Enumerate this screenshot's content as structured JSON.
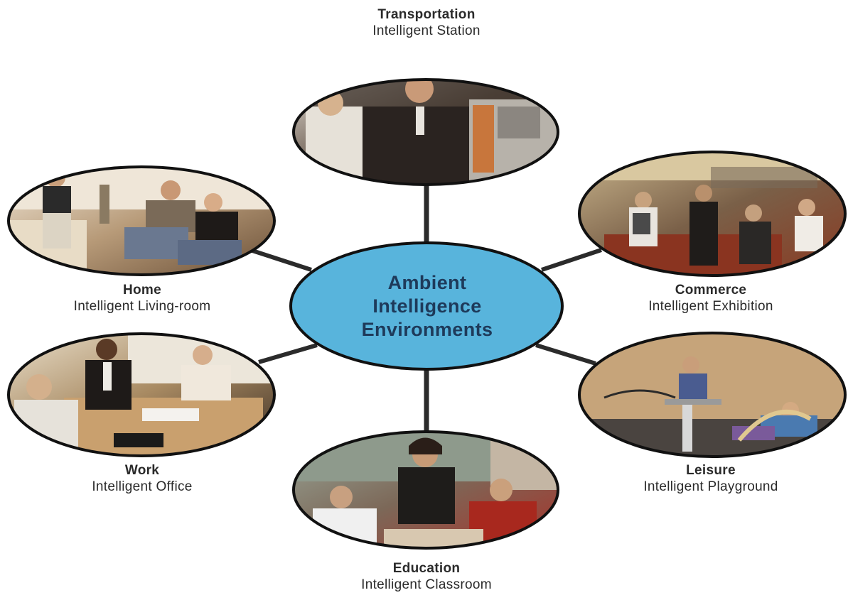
{
  "hub": {
    "line1": "Ambient",
    "line2": "Intelligence",
    "line3": "Environments",
    "fill": "#58b4dc"
  },
  "nodes": {
    "transportation": {
      "title": "Transportation",
      "subtitle": "Intelligent Station"
    },
    "home": {
      "title": "Home",
      "subtitle": "Intelligent Living-room"
    },
    "commerce": {
      "title": "Commerce",
      "subtitle": "Intelligent Exhibition"
    },
    "work": {
      "title": "Work",
      "subtitle": "Intelligent Office"
    },
    "leisure": {
      "title": "Leisure",
      "subtitle": "Intelligent Playground"
    },
    "education": {
      "title": "Education",
      "subtitle": "Intelligent Classroom"
    }
  },
  "colors": {
    "connector": "#2b2b2b",
    "outline": "#111111",
    "text": "#2a2a2a"
  }
}
